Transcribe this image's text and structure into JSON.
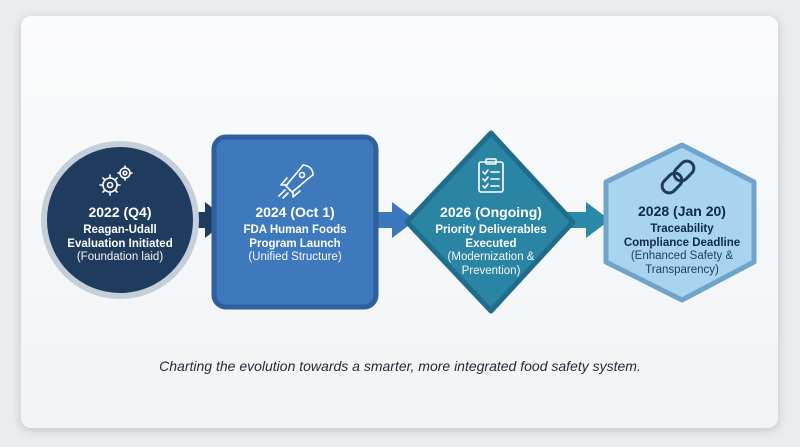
{
  "milestones": [
    {
      "year": "2022 (Q4)",
      "title": "Reagan-Udall Evaluation Initiated",
      "subtitle": "(Foundation laid)",
      "icon": "gears-icon",
      "color": "#1f3b5e"
    },
    {
      "year": "2024 (Oct 1)",
      "title": "FDA Human Foods Program Launch",
      "subtitle": "(Unified Structure)",
      "icon": "rocket-icon",
      "color": "#3f79bd"
    },
    {
      "year": "2026 (Ongoing)",
      "title": "Priority Deliverables Executed",
      "subtitle": "(Modernization & Prevention)",
      "icon": "checklist-icon",
      "color": "#2a84a3"
    },
    {
      "year": "2028 (Jan 20)",
      "title": "Traceability Compliance Deadline",
      "subtitle": "(Enhanced Safety & Transparency)",
      "icon": "chain-link-icon",
      "color": "#a9d4ef"
    }
  ],
  "caption": "Charting the evolution towards a smarter, more integrated food safety system.",
  "colors": {
    "arrow_dark": "#1f3b5e",
    "arrow_mid": "#3a77bb",
    "arrow_teal": "#2a8aa8"
  }
}
